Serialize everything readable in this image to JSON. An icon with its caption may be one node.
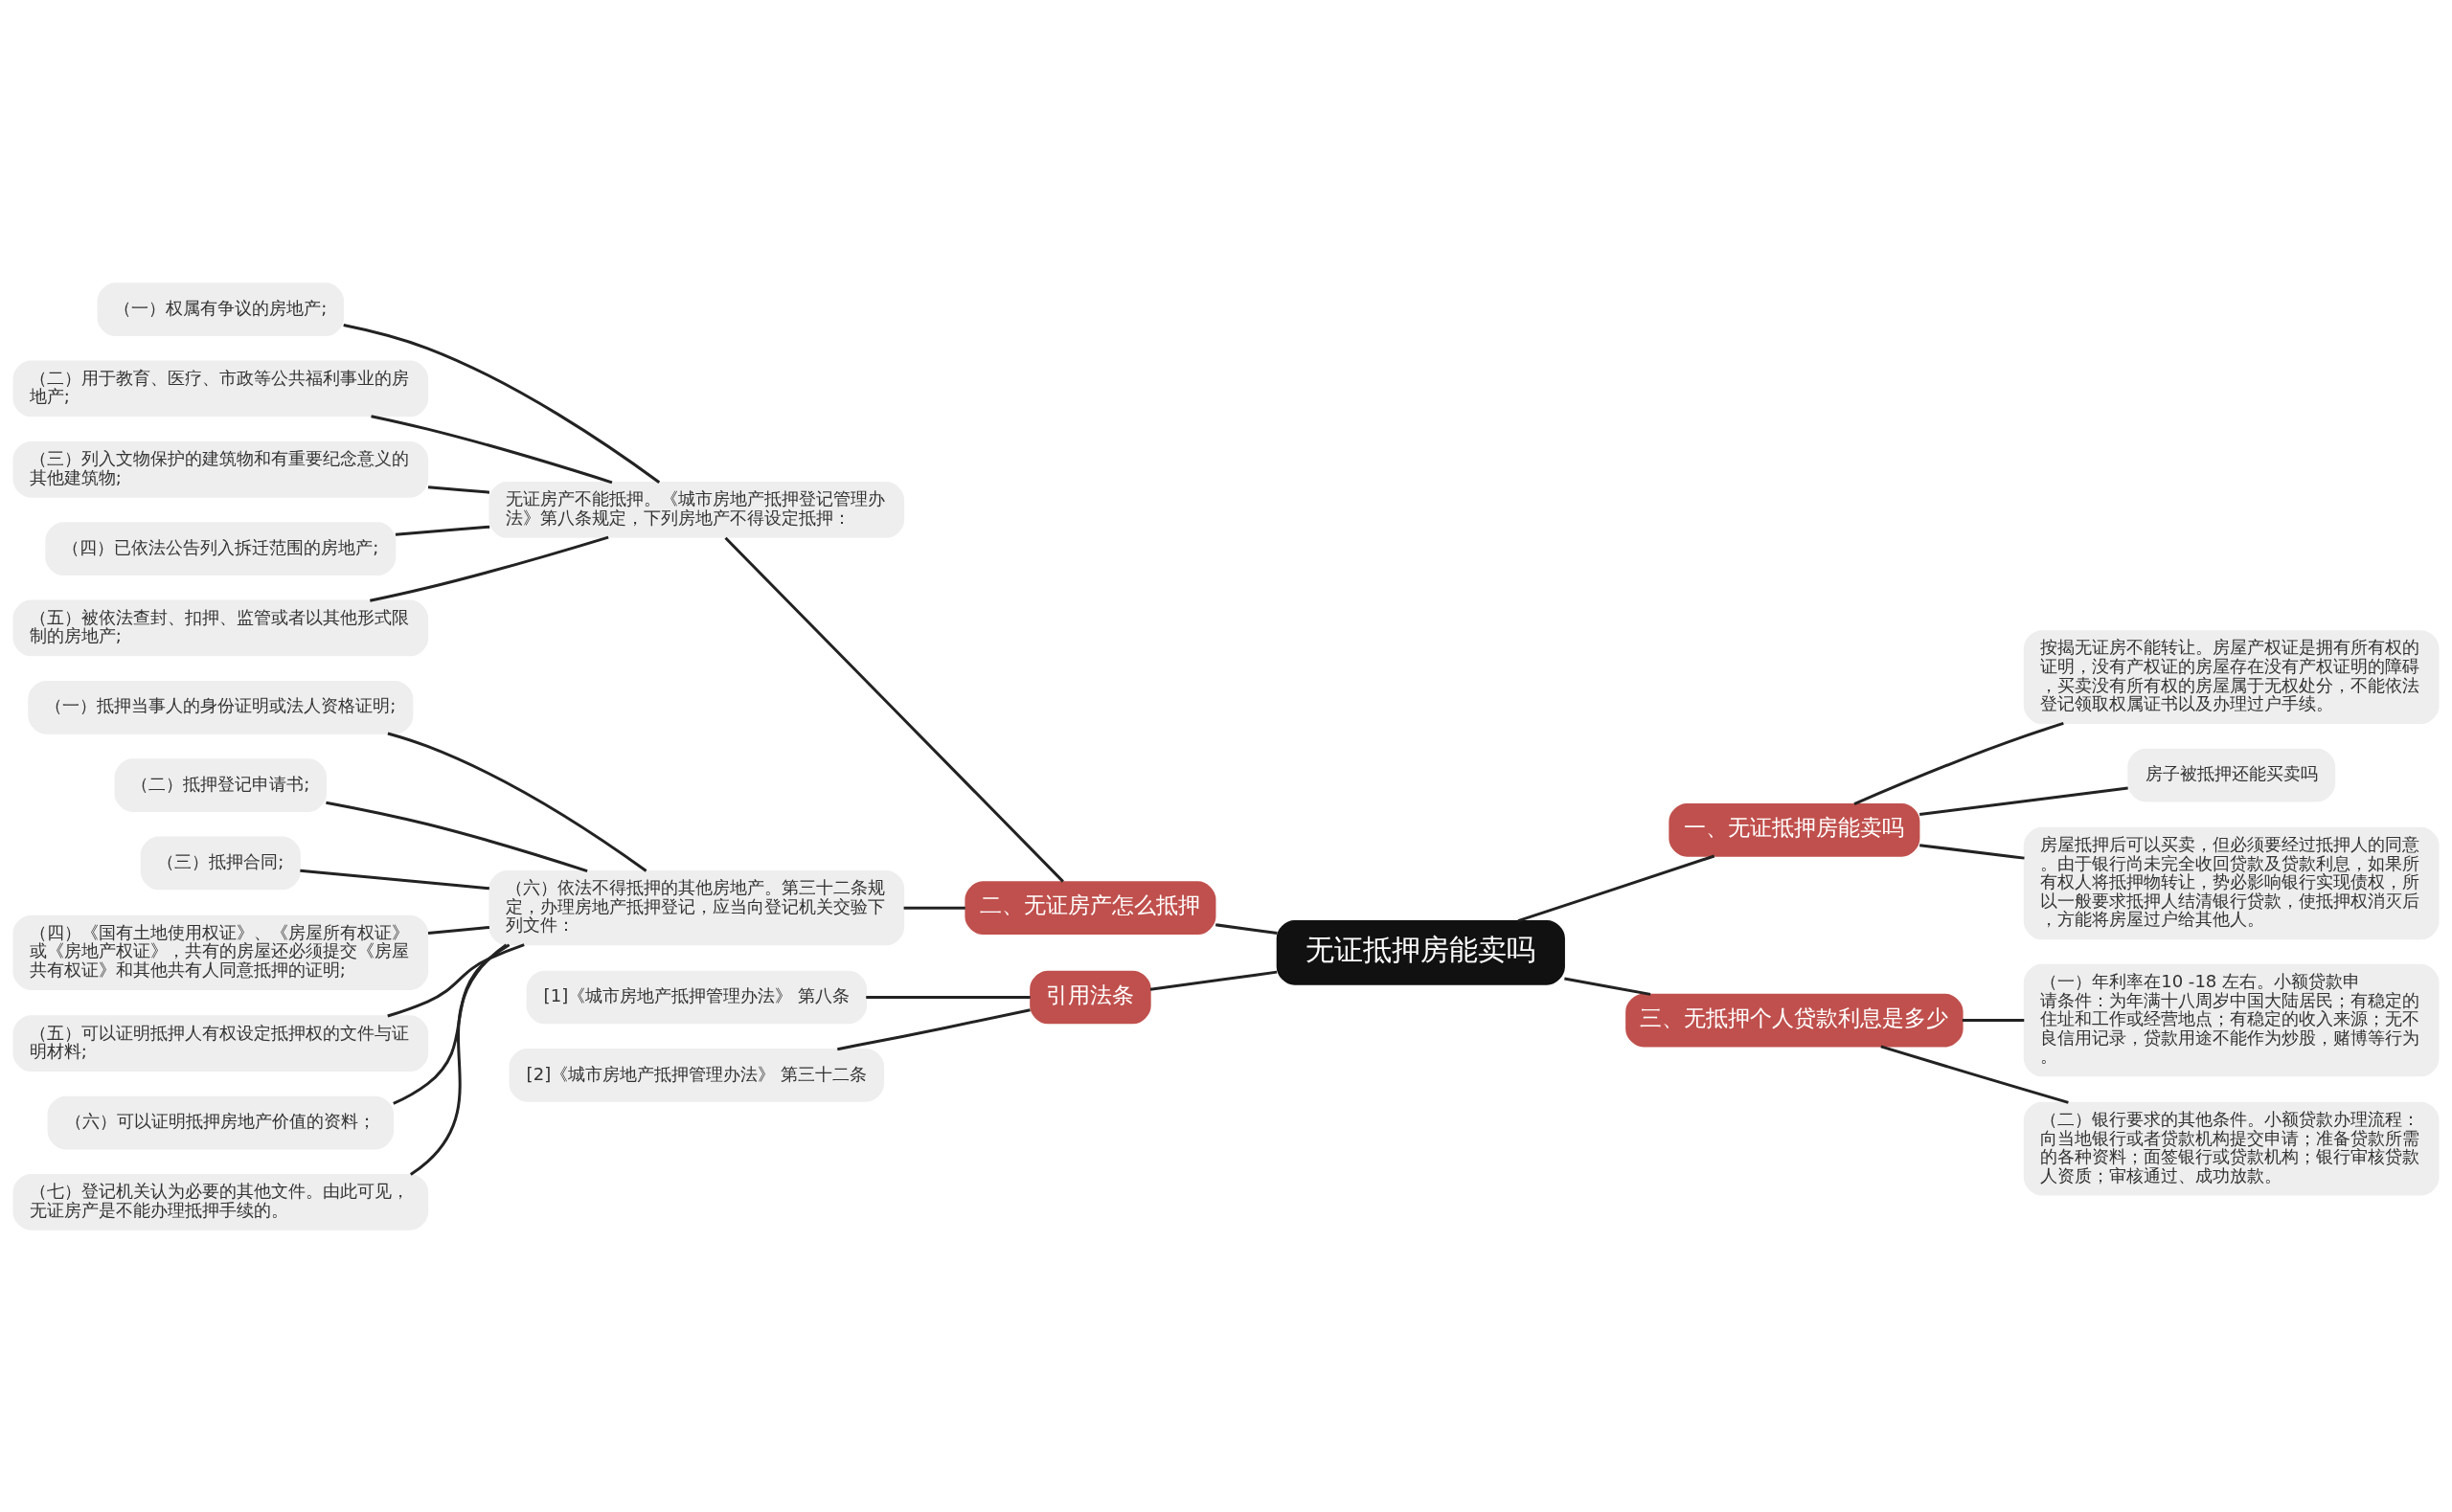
{
  "diagram": {
    "nodes": [
      {
        "text": [
          "无证抵押房能卖吗"
        ]
      },
      {
        "text": [
          "一、无证抵押房能卖吗"
        ]
      },
      {
        "text": [
          "按揭无证房不能转让。房屋产权证是拥有所有权的证明，没有产权证的房屋存在没有产权证明的障碍，买卖没有所有权的房屋属于无权处分，不能依法登记领取权属证书以及办理过户手续。"
        ]
      },
      {
        "text": [
          "房子被抵押还能买卖吗"
        ]
      },
      {
        "text": [
          "房屋抵押后可以买卖，但必须要经过抵押人的同意。由于银行尚未完全收回贷款及贷款利息，如果所有权人将抵押物转让，势必影响银行实现债权，所以一般要求抵押人结清银行贷款，使抵押权消灭后，方能将房屋过户给其他人。"
        ]
      },
      {
        "text": [
          "三、无抵押个人贷款利息是多少"
        ]
      },
      {
        "text": [
          "（一）年利率在10 -18 左右。小额贷款申请条件：为年满十八周岁中国大陆居民；有稳定的住址和工作或经营地点；有稳定的收入来源；无不良信用记录，贷款用途不能作为炒股，赌博等行为。"
        ]
      },
      {
        "text": [
          "（二）银行要求的其他条件。小额贷款办理流程：向当地银行或者贷款机构提交申请；准备贷款所需的各种资料；面签银行或贷款机构；银行审核贷款人资质；审核通过、成功放款。"
        ]
      },
      {
        "text": [
          "二、无证房产怎么抵押"
        ]
      },
      {
        "text": [
          "无证房产不能抵押。《城市房地产抵押登记管理办法》第八条规定，下列房地产不得设定抵押："
        ]
      },
      {
        "text": [
          "（一）权属有争议的房地产;"
        ]
      },
      {
        "text": [
          "（二）用于教育、医疗、市政等公共福利事业的房地产;"
        ]
      },
      {
        "text": [
          "（三）列入文物保护的建筑物和有重要纪念意义的其他建筑物;"
        ]
      },
      {
        "text": [
          "（四）已依法公告列入拆迁范围的房地产;"
        ]
      },
      {
        "text": [
          "（五）被依法查封、扣押、监管或者以其他形式限制的房地产;"
        ]
      },
      {
        "text": [
          "（六）依法不得抵押的其他房地产。第三十二条规定，办理房地产抵押登记，应当向登记机关交验下列文件："
        ]
      },
      {
        "text": [
          "（一）抵押当事人的身份证明或法人资格证明;"
        ]
      },
      {
        "text": [
          "（二）抵押登记申请书;"
        ]
      },
      {
        "text": [
          "（三）抵押合同;"
        ]
      },
      {
        "text": [
          "（四）《国有土地使用权证》、《房屋所有权证》或《房地产权证》，共有的房屋还必须提交《房屋共有权证》和其他共有人同意抵押的证明;"
        ]
      },
      {
        "text": [
          "（五）可以证明抵押人有权设定抵押权的文件与证明材料;"
        ]
      },
      {
        "text": [
          "（六）可以证明抵押房地产价值的资料；"
        ]
      },
      {
        "text": [
          "（七）登记机关认为必要的其他文件。由此可见，无证房产是不能办理抵押手续的。"
        ]
      },
      {
        "text": [
          "引用法条"
        ]
      },
      {
        "text": [
          "[1]《城市房地产抵押管理办法》 第八条"
        ]
      },
      {
        "text": [
          "[2]《城市房地产抵押管理办法》 第三十二条"
        ]
      }
    ],
    "edges": [
      {
        "from": 0,
        "to": 1,
        "arrow": "none"
      },
      {
        "from": 1,
        "to": 2,
        "arrow": "none"
      },
      {
        "from": 1,
        "to": 3,
        "arrow": "none"
      },
      {
        "from": 1,
        "to": 4,
        "arrow": "none"
      },
      {
        "from": 0,
        "to": 5,
        "arrow": "none"
      },
      {
        "from": 5,
        "to": 6,
        "arrow": "none"
      },
      {
        "from": 5,
        "to": 7,
        "arrow": "none"
      },
      {
        "from": 0,
        "to": 8,
        "arrow": "none"
      },
      {
        "from": 8,
        "to": 9,
        "arrow": "none"
      },
      {
        "from": 9,
        "to": 10,
        "arrow": "none"
      },
      {
        "from": 9,
        "to": 11,
        "arrow": "none"
      },
      {
        "from": 9,
        "to": 12,
        "arrow": "none"
      },
      {
        "from": 9,
        "to": 13,
        "arrow": "none"
      },
      {
        "from": 9,
        "to": 14,
        "arrow": "none"
      },
      {
        "from": 8,
        "to": 15,
        "arrow": "none"
      },
      {
        "from": 15,
        "to": 16,
        "arrow": "none"
      },
      {
        "from": 15,
        "to": 17,
        "arrow": "none"
      },
      {
        "from": 15,
        "to": 18,
        "arrow": "none"
      },
      {
        "from": 15,
        "to": 19,
        "arrow": "none"
      },
      {
        "from": 15,
        "to": 20,
        "arrow": "none"
      },
      {
        "from": 15,
        "to": 21,
        "arrow": "none"
      },
      {
        "from": 15,
        "to": 22,
        "arrow": "none"
      },
      {
        "from": 0,
        "to": 23,
        "arrow": "none"
      },
      {
        "from": 23,
        "to": 24,
        "arrow": "none"
      },
      {
        "from": 23,
        "to": 25,
        "arrow": "none"
      }
    ]
  }
}
